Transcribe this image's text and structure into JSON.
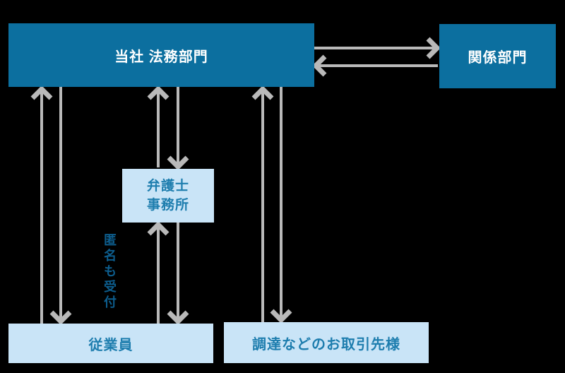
{
  "diagram": {
    "colors": {
      "background_color": "#000000",
      "primary_box": "#0C6F9F",
      "primary_text": "#FFFFFF",
      "secondary_box": "#C9E4F7",
      "secondary_text": "#1D7DAE",
      "annotation_text": "#0D5D8D",
      "arrow_color": "#B9B9B9"
    },
    "nodes": {
      "legal_dept": {
        "label": "当社 法務部門"
      },
      "related_dept": {
        "label": "関係部門"
      },
      "law_firm": {
        "label_line1": "弁護士",
        "label_line2": "事務所"
      },
      "employees": {
        "label": "従業員"
      },
      "suppliers": {
        "label": "調達などのお取引先様"
      }
    },
    "annotation": {
      "anonymous_note": "匿名も受付"
    }
  }
}
